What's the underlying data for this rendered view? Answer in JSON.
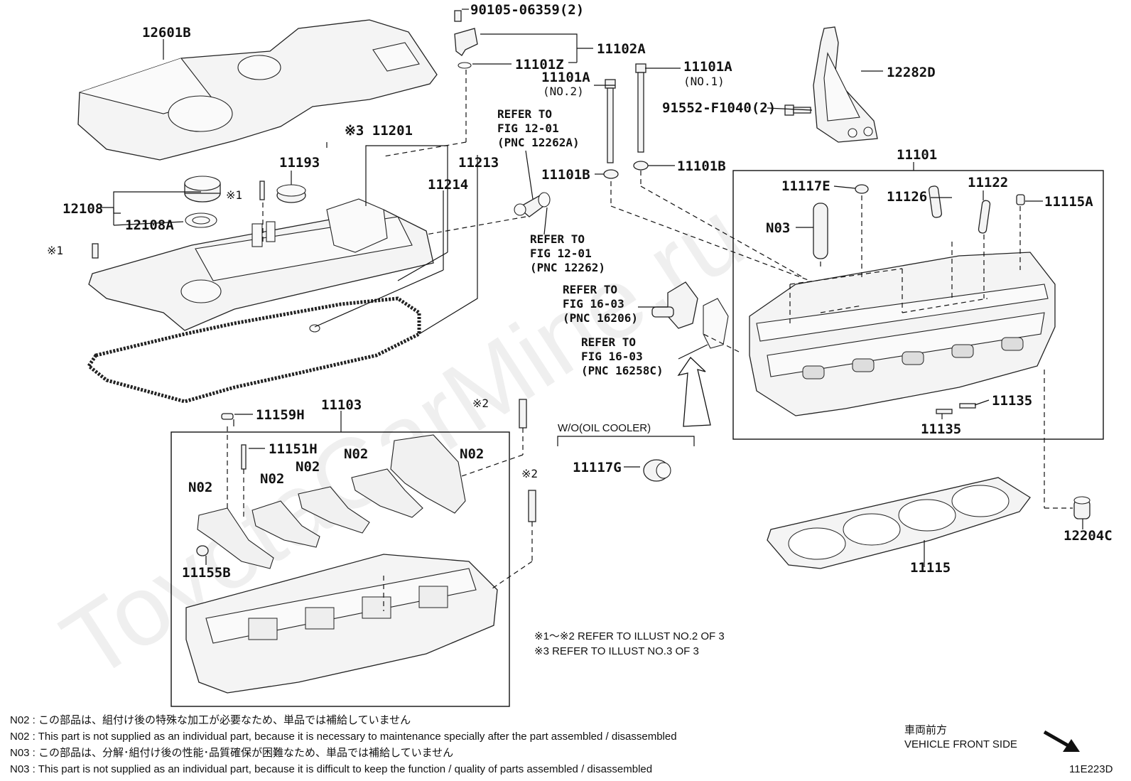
{
  "watermark": "ToyotaCarMine.ru",
  "labels": {
    "p12601B": "12601B",
    "p90105": "90105-06359(2)",
    "p11102A": "11102A",
    "p11101Z": "11101Z",
    "p11101A_1": "11101A",
    "p11101A_1_sub": "(NO.1)",
    "p11101A_2": "11101A",
    "p11101A_2_sub": "(NO.2)",
    "p12282D": "12282D",
    "p91552": "91552-F1040(2)",
    "p11201": "※3 11201",
    "p11193": "11193",
    "p11213": "11213",
    "p11214": "11214",
    "p12108": "12108",
    "p12108A": "12108A",
    "p_star1a": "※1",
    "p_star1b": "※1",
    "p11101B_l": "11101B",
    "p11101B_r": "11101B",
    "p11101": "11101",
    "p11117E": "11117E",
    "p11126": "11126",
    "p11122": "11122",
    "p11115A": "11115A",
    "pN03": "N03",
    "p11135a": "11135",
    "p11135b": "11135",
    "p11159H": "11159H",
    "p11103": "11103",
    "p_star2a": "※2",
    "p_star2b": "※2",
    "p11151H": "11151H",
    "pN02_1": "N02",
    "pN02_2": "N02",
    "pN02_3": "N02",
    "pN02_4": "N02",
    "pN02_5": "N02",
    "p11155B": "11155B",
    "p11117G": "11117G",
    "p11115": "11115",
    "p12204C": "12204C",
    "wo_oil": "W/O(OIL COOLER)"
  },
  "refs": {
    "r1": [
      "REFER TO",
      "FIG 12-01",
      "(PNC 12262A)"
    ],
    "r2": [
      "REFER TO",
      "FIG 12-01",
      "(PNC 12262)"
    ],
    "r3": [
      "REFER TO",
      "FIG 16-03",
      "(PNC 16206)"
    ],
    "r4": [
      "REFER TO",
      "FIG 16-03",
      "(PNC 16258C)"
    ]
  },
  "illust_notes": [
    "※1～※2  REFER TO ILLUST NO.2 OF 3",
    "※3 REFER TO ILLUST NO.3 OF 3"
  ],
  "footnotes": [
    "N02 : この部品は、組付け後の特殊な加工が必要なため、単品では補給していません",
    "N02 : This part is not supplied as an individual part, because it is necessary to maintenance specially after the part assembled / disassembled",
    "N03 : この部品は、分解･組付け後の性能･品質確保が困難なため、単品では補給していません",
    "N03 : This part is not supplied as an individual part, because it is difficult to keep the function / quality of parts  assembled / disassembled"
  ],
  "front_side": {
    "jp": "車両前方",
    "en": "VEHICLE FRONT SIDE"
  },
  "figure_code": "11E223D"
}
